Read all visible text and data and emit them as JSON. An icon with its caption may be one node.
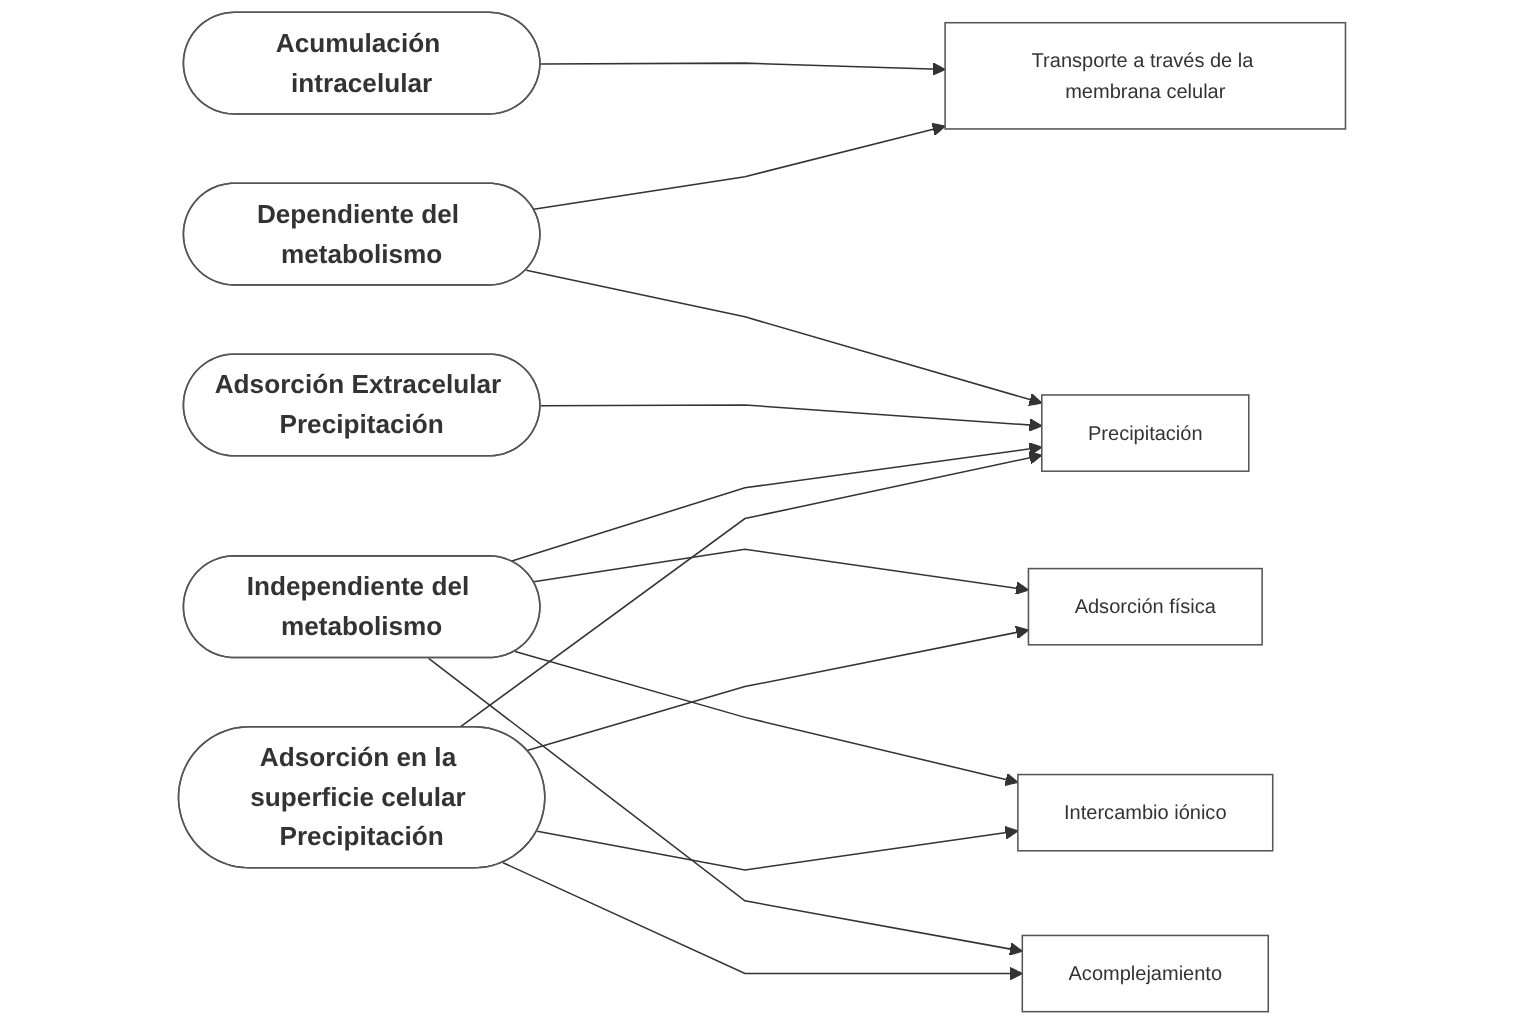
{
  "diagram": {
    "nodes": [
      {
        "text": [
          "Transporte a través de la membrana celular"
        ]
      },
      {
        "text": [
          "Acumulación intracelular"
        ]
      },
      {
        "text": [
          "Precipitación"
        ]
      },
      {
        "text": [
          "Adsorción Extracelular Precipitación"
        ]
      },
      {
        "text": [
          "Dependiente del metabolismo"
        ]
      },
      {
        "text": [
          "Adsorción física"
        ]
      },
      {
        "text": [
          "Independiente del metabolismo"
        ]
      },
      {
        "text": [
          "Intercambio iónico"
        ]
      },
      {
        "text": [
          "Adsorción en la superficie celular Precipitación"
        ]
      },
      {
        "text": [
          "Acomplejamiento"
        ]
      }
    ],
    "edges": [
      {
        "from": 1,
        "to": 0,
        "arrow": "to"
      },
      {
        "from": 4,
        "to": 0,
        "arrow": "to"
      },
      {
        "from": 4,
        "to": 2,
        "arrow": "to"
      },
      {
        "from": 3,
        "to": 2,
        "arrow": "to"
      },
      {
        "from": 6,
        "to": 2,
        "arrow": "to"
      },
      {
        "from": 6,
        "to": 5,
        "arrow": "to"
      },
      {
        "from": 6,
        "to": 7,
        "arrow": "to"
      },
      {
        "from": 6,
        "to": 9,
        "arrow": "to"
      },
      {
        "from": 8,
        "to": 2,
        "arrow": "to"
      },
      {
        "from": 8,
        "to": 5,
        "arrow": "to"
      },
      {
        "from": 8,
        "to": 7,
        "arrow": "to"
      },
      {
        "from": 8,
        "to": 9,
        "arrow": "to"
      }
    ]
  }
}
